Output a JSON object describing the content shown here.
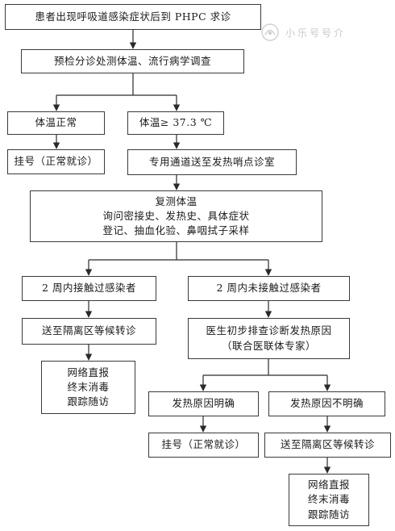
{
  "watermark": {
    "text": "小乐号号介"
  },
  "nodes": {
    "start": "患者出现呼吸道感染症状后到 PHPC 求诊",
    "triage": "预检分诊处测体温、流行病学调查",
    "temp_normal": "体温正常",
    "temp_high": "体温≥ 37.3 ℃",
    "register_normal": "挂号（正常就诊）",
    "fever_clinic": "专用通道送至发热哨点诊室",
    "retest": {
      "lines": [
        "复测体温",
        "询问密接史、发热史、具体症状",
        "登记、抽血化验、鼻咽拭子采样"
      ]
    },
    "contact_yes": "2 周内接触过感染者",
    "contact_no": "2 周内未接触过感染者",
    "isolate_1": "送至隔离区等候转诊",
    "doctor": {
      "lines": [
        "医生初步排查诊断发热原因",
        "（联合医联体专家）"
      ]
    },
    "report_1": {
      "lines": [
        "网络直报",
        "终末消毒",
        "跟踪随访"
      ]
    },
    "cause_clear": "发热原因明确",
    "cause_unclear": "发热原因不明确",
    "register_normal_2": "挂号（正常就诊）",
    "isolate_2": "送至隔离区等候转诊",
    "report_2": {
      "lines": [
        "网络直报",
        "终末消毒",
        "跟踪随访"
      ]
    }
  }
}
